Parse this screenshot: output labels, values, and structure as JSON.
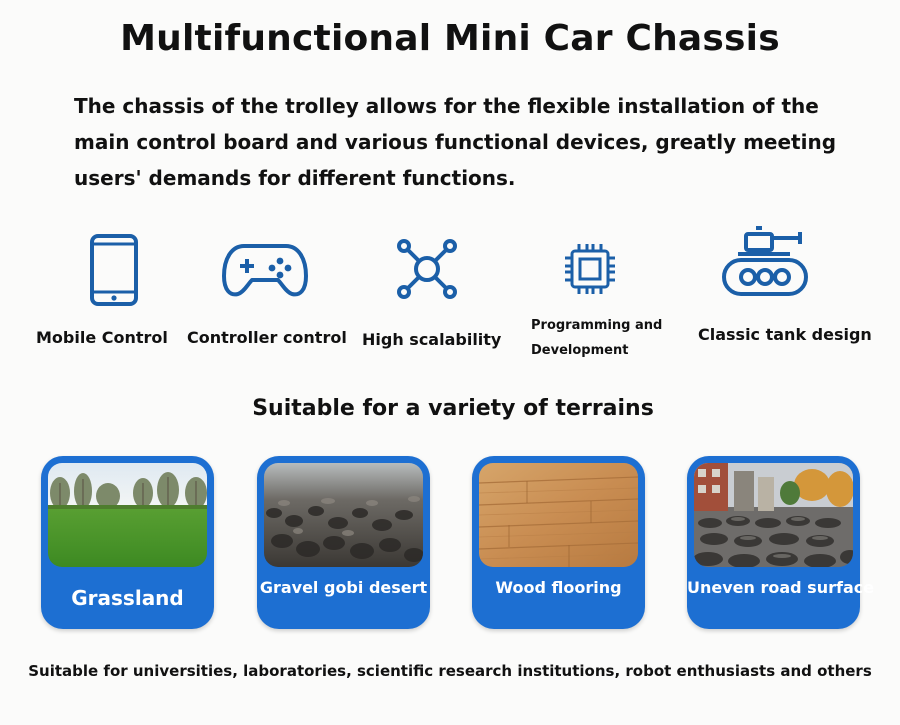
{
  "header": {
    "title": "Multifunctional Mini Car Chassis",
    "intro": "The chassis of the trolley allows for the flexible installation of the main control board and various functional devices, greatly meeting users' demands for different functions."
  },
  "features": [
    {
      "label": "Mobile Control",
      "icon": "smartphone-icon"
    },
    {
      "label": "Controller control",
      "icon": "gamepad-icon"
    },
    {
      "label": "High scalability",
      "icon": "network-icon"
    },
    {
      "label": "Programming and Development",
      "icon": "chip-icon"
    },
    {
      "label": "Classic tank design",
      "icon": "tank-icon"
    }
  ],
  "terrains": {
    "heading": "Suitable for a variety of terrains",
    "items": [
      {
        "label": "Grassland"
      },
      {
        "label": "Gravel gobi desert"
      },
      {
        "label": "Wood flooring"
      },
      {
        "label": "Uneven road surface"
      }
    ]
  },
  "footer": "Suitable for universities, laboratories, scientific research institutions, robot enthusiasts and others",
  "colors": {
    "icon_blue": "#1b5fa8",
    "card_blue": "#1d6fd2",
    "text": "#111111"
  }
}
